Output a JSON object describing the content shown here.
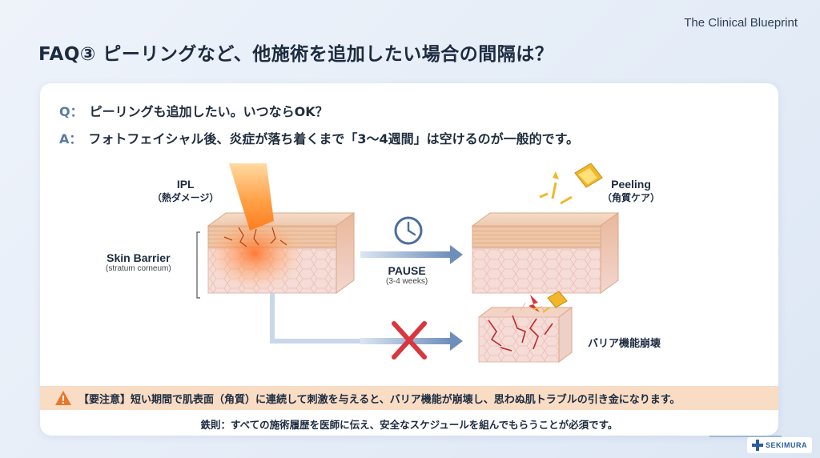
{
  "header": {
    "brand": "The Clinical Blueprint",
    "title": "FAQ③ ピーリングなど、他施術を追加したい場合の間隔は？"
  },
  "qa": {
    "q_tag": "Q：",
    "q_text": "ピーリングも追加したい。いつならOK？",
    "a_tag": "A：",
    "a_text": "フォトフェイシャル後、炎症が落ち着くまで「3〜4週間」は空けるのが一般的です。"
  },
  "diagram": {
    "ipl_en": "IPL",
    "ipl_jp": "（熱ダメージ）",
    "barrier_en": "Skin Barrier",
    "barrier_sub": "(stratum corneum)",
    "pause_en": "PAUSE",
    "pause_sub": "(3-4 weeks)",
    "peeling_en": "Peeling",
    "peeling_jp": "（角質ケア）",
    "collapse_jp": "バリア機能崩壊"
  },
  "warning": {
    "text": "【要注意】短い期間で肌表面（角質）に連続して刺激を与えると、バリア機能が崩壊し、思わぬ肌トラブルの引き金になります。"
  },
  "rule": {
    "text": "鉄則：すべての施術履歴を医師に伝え、安全なスケジュールを組んでもらうことが必須です。"
  },
  "logo": {
    "text": "SEKIMURA"
  },
  "colors": {
    "accent_blue": "#5a7aa6",
    "warning_bg": "#f9dcc4",
    "warning_icon": "#e8772e",
    "cross": "#d9363e"
  }
}
